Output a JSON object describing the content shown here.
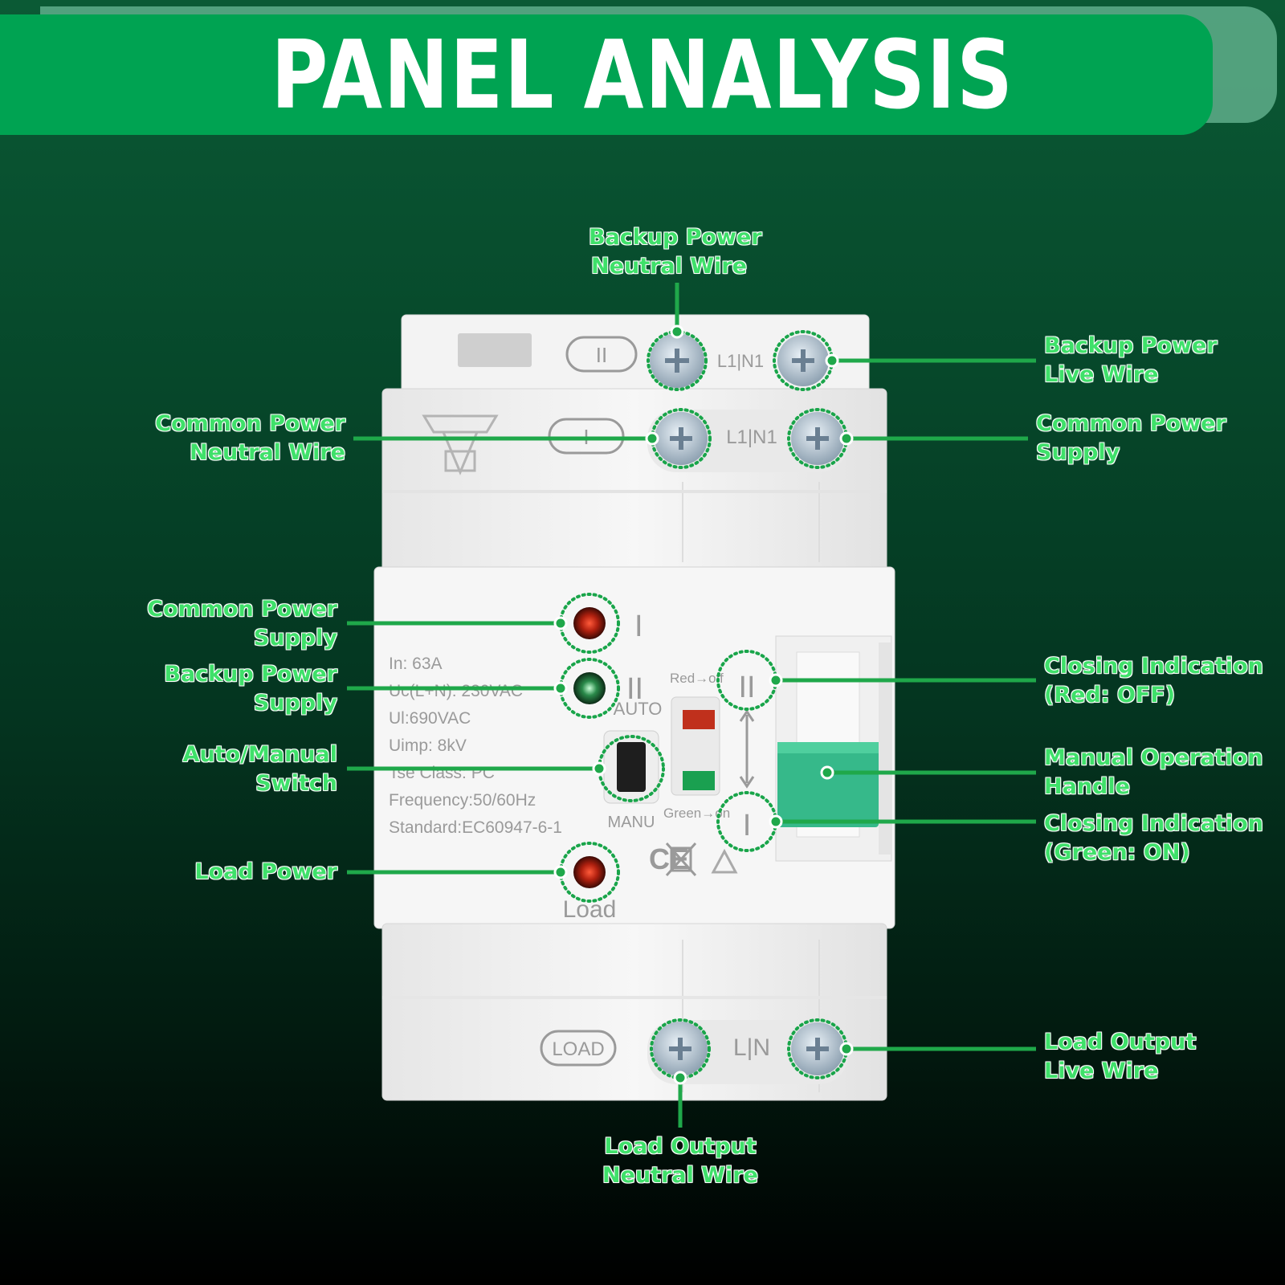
{
  "banner": {
    "title": "PANEL ANALYSIS"
  },
  "device": {
    "top_terminal_badge": "II",
    "top_terminal_marking": "L1|N1",
    "mid_terminal_badge": "I",
    "mid_terminal_marking": "L1|N1",
    "bottom_terminal_badge": "LOAD",
    "bottom_terminal_marking": "L|N",
    "indicator_common_mark": "I",
    "indicator_backup_mark": "II",
    "auto_label": "AUTO",
    "manu_label": "MANU",
    "load_label": "Load",
    "red_off_label": "Red→off",
    "green_on_label": "Green→on",
    "closing_mark_top": "II",
    "closing_mark_bottom": "I",
    "specs": [
      "In: 63A",
      "Uc(L+N): 230VAC",
      "Ul:690VAC",
      "Uimp: 8kV",
      "Tse Class: PC",
      "Frequency:50/60Hz",
      "Standard:EC60947-6-1"
    ],
    "marks": "CE"
  },
  "callouts": {
    "backup_neutral": [
      "Backup Power",
      "Neutral Wire"
    ],
    "backup_live": [
      "Backup Power",
      "Live Wire"
    ],
    "common_neutral": [
      "Common Power",
      "Neutral Wire"
    ],
    "common_supply_top": [
      "Common Power",
      "Supply"
    ],
    "common_supply_led": [
      "Common Power",
      "Supply"
    ],
    "backup_supply_led": [
      "Backup Power",
      "Supply"
    ],
    "auto_manual": [
      "Auto/Manual",
      "Switch"
    ],
    "load_power": [
      "Load Power"
    ],
    "closing_off": [
      "Closing Indication",
      "(Red: OFF)"
    ],
    "manual_handle": [
      "Manual Operation",
      "Handle"
    ],
    "closing_on": [
      "Closing Indication",
      "(Green: ON)"
    ],
    "load_live": [
      "Load Output",
      "Live Wire"
    ],
    "load_neutral": [
      "Load Output",
      "Neutral Wire"
    ]
  },
  "colors": {
    "banner": "#00a352",
    "label_green": "#3fe06a",
    "leader_line": "#1fa84a",
    "handle": "#36b98a",
    "led_red": "#c0301c",
    "led_green": "#1aa050"
  }
}
